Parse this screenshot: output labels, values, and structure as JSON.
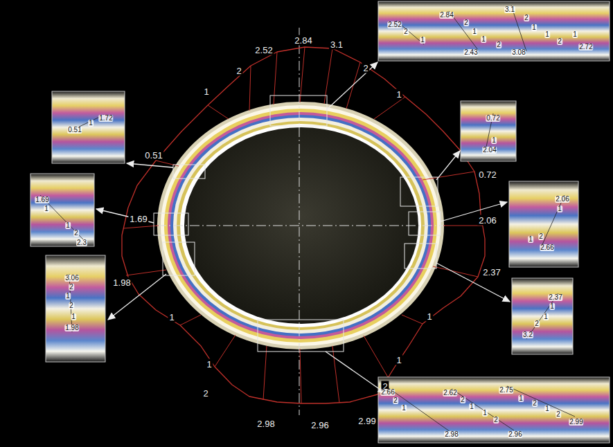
{
  "diagram": {
    "labels": [
      "1",
      "2",
      "2.52",
      "2.84",
      "3.1",
      "2",
      "1",
      "0.51",
      "1.69",
      "1.98",
      "0.72",
      "2.06",
      "2.37",
      "1",
      "1",
      "2",
      "2.98",
      "2.96",
      "2.99",
      "2",
      "1",
      "1",
      "2.52",
      "2",
      "1",
      "2.84",
      "2",
      "1",
      "1",
      "2",
      "2.43",
      "3.1",
      "2",
      "1",
      "1",
      "2",
      "3.08",
      "1",
      "2.72",
      "1.72",
      "1",
      "0.51",
      "1.69",
      "1",
      "1",
      "2",
      "2.3",
      "3.06",
      "2",
      "1",
      "2",
      "1",
      "1.98",
      "0.72",
      "1",
      "2.04",
      "2.06",
      "1",
      "1",
      "2",
      "2.66",
      "2.37",
      "1",
      "1",
      "2",
      "3.2",
      "2.66",
      "2",
      "1",
      "2.98",
      "2.62",
      "2",
      "1",
      "1",
      "2",
      "2.96",
      "2.75",
      "1",
      "2",
      "1",
      "2",
      "2.99"
    ]
  }
}
